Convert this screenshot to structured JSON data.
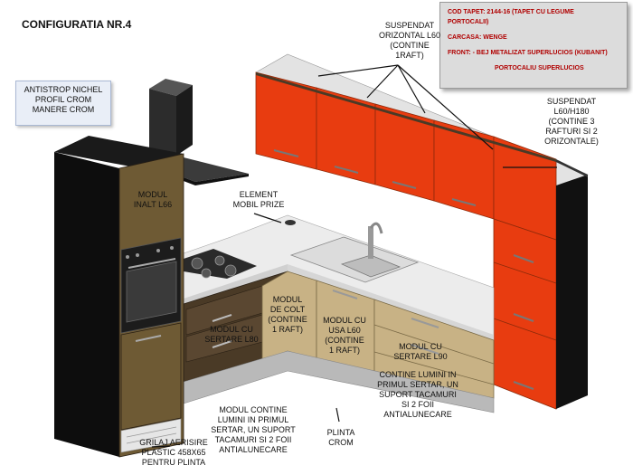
{
  "title": "CONFIGURATIA NR.4",
  "legend": {
    "line1": "COD TAPET:  2144-16 (TAPET CU LEGUME",
    "line2": "PORTOCALII)",
    "line3": "CARCASA:  WENGE",
    "line4": "FRONT:   -      BEJ METALIZAT SUPERLUCIOS (KUBANIT)",
    "line5": "PORTOCALIU  SUPERLUCIOS"
  },
  "labels": {
    "antistrop": [
      "ANTISTROP NICHEL",
      "PROFIL CROM",
      "MANERE CROM"
    ],
    "suspendat_orizontal": [
      "SUSPENDAT",
      "ORIZONTAL L60",
      "(CONTINE",
      "1RAFT)"
    ],
    "suspendat_vertical": [
      "SUSPENDAT",
      "L60/H180",
      "(CONTINE 3",
      "RAFTURI SI 2",
      "ORIZONTALE)"
    ],
    "modul_inalt": [
      "MODUL",
      "INALT L66"
    ],
    "element_mobil": [
      "ELEMENT",
      "MOBIL PRIZE"
    ],
    "modul_colt": [
      "MODUL",
      "DE COLT",
      "(CONTINE",
      "1 RAFT)"
    ],
    "modul_sertare_l80": [
      "MODUL CU",
      "SERTARE L80"
    ],
    "modul_usa": [
      "MODUL CU",
      "USA L60",
      "(CONTINE",
      "1 RAFT)"
    ],
    "modul_sertare_l90": [
      "MODUL CU",
      "SERTARE L90"
    ],
    "contine_l90": [
      "CONTINE LUMINI IN",
      "PRIMUL SERTAR, UN",
      "SUPORT TACAMURI",
      "SI 2 FOII",
      "ANTIALUNECARE"
    ],
    "contine_l80": [
      "MODUL CONTINE",
      "LUMINI IN PRIMUL",
      "SERTAR, UN SUPORT",
      "TACAMURI SI 2 FOII",
      "ANTIALUNECARE"
    ],
    "grilaj": [
      "GRILAJ AERISIRE",
      "PLASTIC 458x65",
      "PENTRU PLINTA"
    ],
    "plinta": [
      "PLINTA",
      "CROM"
    ]
  },
  "colors": {
    "front_orange": "#e83c10",
    "front_beige": "#c8b285",
    "carcass_wenge": "#4a3a26",
    "countertop": "#ececec",
    "tall_black": "#111111",
    "hood": "#2c2c2c",
    "legend_text": "#b00000"
  }
}
